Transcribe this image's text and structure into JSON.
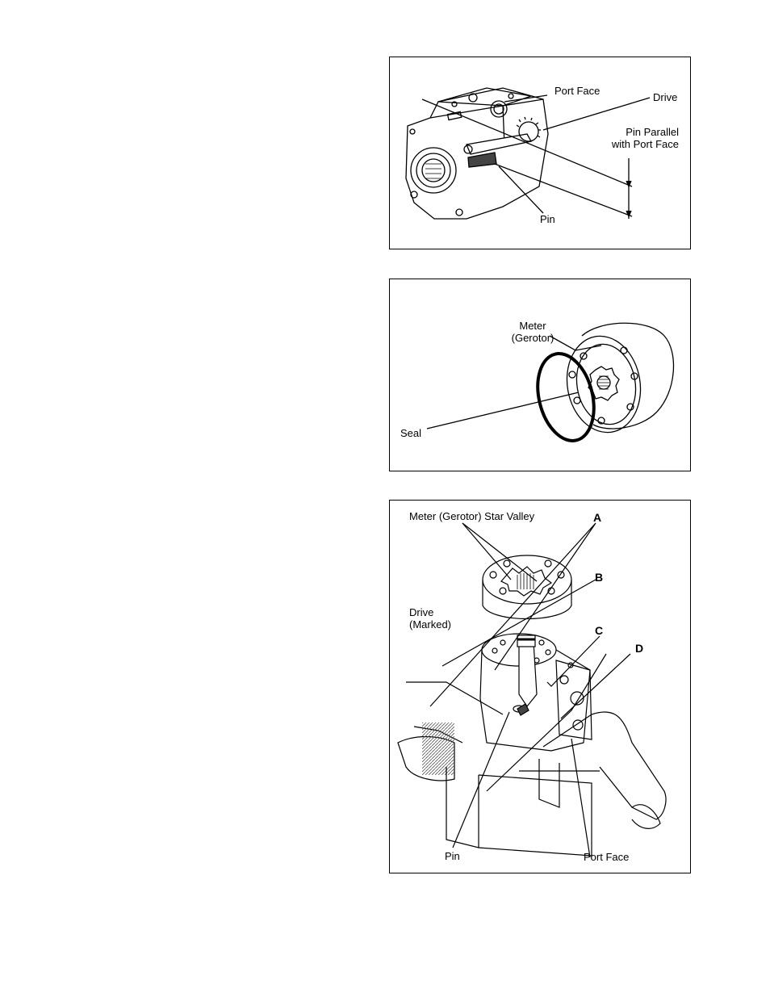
{
  "figure1": {
    "labels": {
      "port_face": "Port Face",
      "drive": "Drive",
      "pin_parallel_line1": "Pin Parallel",
      "pin_parallel_line2": "with Port Face",
      "pin": "Pin"
    }
  },
  "figure2": {
    "labels": {
      "meter_line1": "Meter",
      "meter_line2": "(Gerotor)",
      "seal": "Seal"
    }
  },
  "figure3": {
    "labels": {
      "star_valley": "Meter (Gerotor) Star Valley",
      "a": "A",
      "b": "B",
      "c": "C",
      "d": "D",
      "drive_line1": "Drive",
      "drive_line2": "(Marked)",
      "pin": "Pin",
      "port_face": "Port Face"
    }
  }
}
